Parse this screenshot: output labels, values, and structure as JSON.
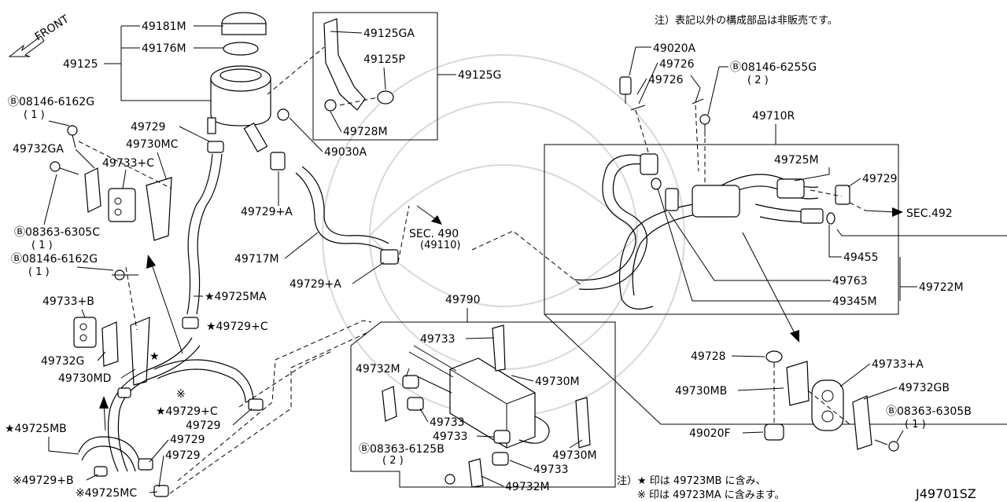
{
  "note_top": "注）表記以外の構成部品は非販売です。",
  "direction": "FRONT",
  "drawing_id": "J49701SZ",
  "footnote": {
    "prefix": "注）",
    "line1": "★ 印は 49723MB に含み、",
    "line2": "※ 印は 49723MA に含みます。"
  },
  "labels": {
    "l49181M": "49181M",
    "l49176M": "49176M",
    "l49125": "49125",
    "l08146_6162G_a": "Ⓑ08146-6162G",
    "l08146_6162G_a_q": "( 1 )",
    "l49729_a": "49729",
    "l49730MC": "49730MC",
    "l49732GA": "49732GA",
    "l49733C_a": "49733+C",
    "l08363_6305C": "Ⓑ08363-6305C",
    "l08363_6305C_q": "( 1 )",
    "l08146_6162G_b": "Ⓑ08146-6162G",
    "l08146_6162G_b_q": "( 1 )",
    "l49733B": "49733+B",
    "l49732G": "49732G",
    "l49730MD": "49730MD",
    "l49725MB": "★49725MB",
    "l49729B": "※49729+B",
    "l49725MC": "※49725MC",
    "l49729_b": "49729",
    "l49729_c": "49729",
    "l49729_d": "49729",
    "l49729C_a": "★49729+C",
    "l49729C_b": "★49729+C",
    "l49725MA": "★49725MA",
    "l49125GA": "49125GA",
    "l49125P": "49125P",
    "l49125G": "49125G",
    "l49728M": "49728M",
    "l49030A": "49030A",
    "l49729A_a": "49729+A",
    "l49729A_b": "49729+A",
    "l49717M": "49717M",
    "lSEC490": "SEC. 490",
    "lSEC490b": "(49110)",
    "l49790": "49790",
    "l49733_a": "49733",
    "l49732M_a": "49732M",
    "l49730M_a": "49730M",
    "l49733_b": "49733",
    "l49733_c": "49733",
    "l49733_d": "49733",
    "l08363_6125B": "Ⓑ08363-6125B",
    "l08363_6125B_q": "( 2 )",
    "l49730M_b": "49730M",
    "l49732M_b": "49732M",
    "l49020A": "49020A",
    "l49726_a": "49726",
    "l49726_b": "49726",
    "l08146_6255G": "Ⓑ08146-6255G",
    "l08146_6255G_q": "( 2 )",
    "l49710R": "49710R",
    "l49725M": "49725M",
    "l49729_e": "49729",
    "lSEC492": "SEC.492",
    "l49455": "49455",
    "l49763": "49763",
    "l49345M": "49345M",
    "l49722M": "49722M",
    "l49728": "49728",
    "l49730MB": "49730MB",
    "l49020F": "49020F",
    "l49733A": "49733+A",
    "l49732GB": "49732GB",
    "l08363_6305B": "Ⓑ08363-6305B",
    "l08363_6305B_q": "( 1 )",
    "star_a": "★",
    "kome_a": "※"
  }
}
